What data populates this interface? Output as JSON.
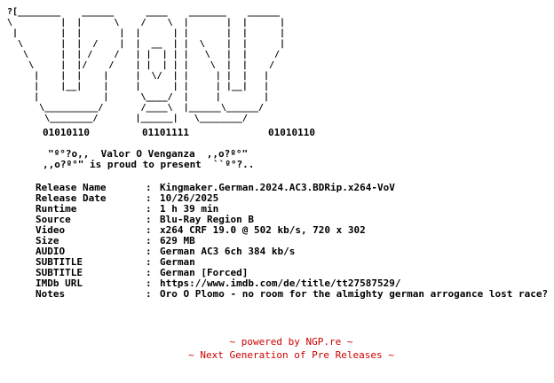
{
  "ascii_art": "?[________    ______      ____    _______    ______\n\\         |  |      \\    /    \\  |       |  |      |\n |        |  |       |  |      | |       |  |      |\n  \\       |  |  /    |  |  __  | |  \\    |  |      |\n   \\      |  | /    /   | |  | | |   \\   |  |     /\n    \\     |  |/    /    | |  | | |    \\  |  |    /\n     |    |  |    |     |  \\/  | |     | |  |   |\n     |    |__|    |     |      | |     | |__|   |\n     |            |      \\____/  |     |        |\n      \\__________/       /____\\  |______\\______/\n       \\________/       |______|   \\________/",
  "hex_labels": [
    "01010110",
    "01101111",
    "01010110"
  ],
  "group_line_1": "\"º°?o,,  Valor O Venganza  ,,o?º°\"",
  "group_line_2": ",,o?º°\" is proud to present  ``º°?..",
  "release": [
    {
      "key": "Release Name",
      "value": "Kingmaker.German.2024.AC3.BDRip.x264-VoV"
    },
    {
      "key": "Release Date",
      "value": "10/26/2025"
    },
    {
      "key": "Runtime",
      "value": "1 h 39 min"
    },
    {
      "key": "Source",
      "value": "Blu-Ray Region B"
    },
    {
      "key": "Video",
      "value": "x264 CRF 19.0 @ 502 kb/s, 720 x 302"
    },
    {
      "key": "Size",
      "value": "629 MB"
    },
    {
      "key": "AUDIO",
      "value": "German AC3 6ch 384 kb/s"
    },
    {
      "key": "SUBTITLE",
      "value": "German"
    },
    {
      "key": "SUBTITLE",
      "value": "German [Forced]"
    },
    {
      "key": "IMDb URL",
      "value": "https://www.imdb.com/de/title/tt27587529/"
    },
    {
      "key": "Notes",
      "value": "Oro O Plomo - no room for the almighty german arrogance lost race?"
    }
  ],
  "separator": ":",
  "footer": {
    "line1": "~ powered by NGP.re ~",
    "line2": "~ Next Generation of Pre Releases ~",
    "color": "#cc0000"
  }
}
